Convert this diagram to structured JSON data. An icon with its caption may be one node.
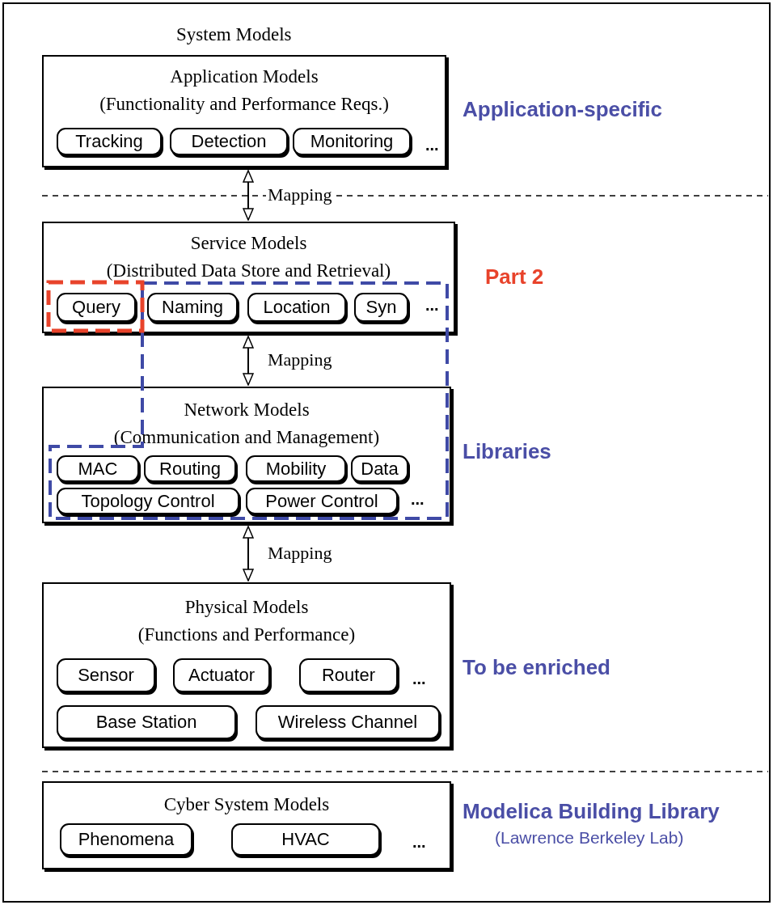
{
  "diagram": {
    "title": "System Models",
    "nodes": [
      {
        "text": [
          "Application Models",
          "(Functionality and Performance Reqs.)"
        ]
      },
      {
        "text": [
          "Tracking"
        ],
        "in": 0
      },
      {
        "text": [
          "Detection"
        ],
        "in": 0
      },
      {
        "text": [
          "Monitoring"
        ],
        "in": 0
      },
      {
        "text": [
          "Service Models",
          "(Distributed Data Store and Retrieval)"
        ]
      },
      {
        "text": [
          "Query"
        ],
        "in": 4
      },
      {
        "text": [
          "Naming"
        ],
        "in": 4
      },
      {
        "text": [
          "Location"
        ],
        "in": 4
      },
      {
        "text": [
          "Syn"
        ],
        "in": 4
      },
      {
        "text": [
          "Network Models",
          "(Communication and Management)"
        ]
      },
      {
        "text": [
          "MAC"
        ],
        "in": 9
      },
      {
        "text": [
          "Routing"
        ],
        "in": 9
      },
      {
        "text": [
          "Mobility"
        ],
        "in": 9
      },
      {
        "text": [
          "Data"
        ],
        "in": 9
      },
      {
        "text": [
          "Topology Control"
        ],
        "in": 9
      },
      {
        "text": [
          "Power Control"
        ],
        "in": 9
      },
      {
        "text": [
          "Physical Models",
          "(Functions and Performance)"
        ]
      },
      {
        "text": [
          "Sensor"
        ],
        "in": 16
      },
      {
        "text": [
          "Actuator"
        ],
        "in": 16
      },
      {
        "text": [
          "Router"
        ],
        "in": 16
      },
      {
        "text": [
          "Base Station"
        ],
        "in": 16
      },
      {
        "text": [
          "Wireless Channel"
        ],
        "in": 16
      },
      {
        "text": [
          "Cyber System Models"
        ]
      },
      {
        "text": [
          "Phenomena"
        ],
        "in": 22
      },
      {
        "text": [
          "HVAC"
        ],
        "in": 22
      }
    ],
    "edges": [
      {
        "from": 0,
        "to": 4,
        "arrow": "both",
        "label": "Mapping"
      },
      {
        "from": 4,
        "to": 9,
        "arrow": "both",
        "label": "Mapping"
      },
      {
        "from": 9,
        "to": 16,
        "arrow": "both",
        "label": "Mapping"
      }
    ],
    "labels": [
      "Application-specific",
      "...",
      "Part 2",
      "...",
      "Libraries",
      "...",
      "To be enriched",
      "...",
      "Modelica Building Library",
      "(Lawrence Berkeley Lab)",
      "..."
    ]
  }
}
